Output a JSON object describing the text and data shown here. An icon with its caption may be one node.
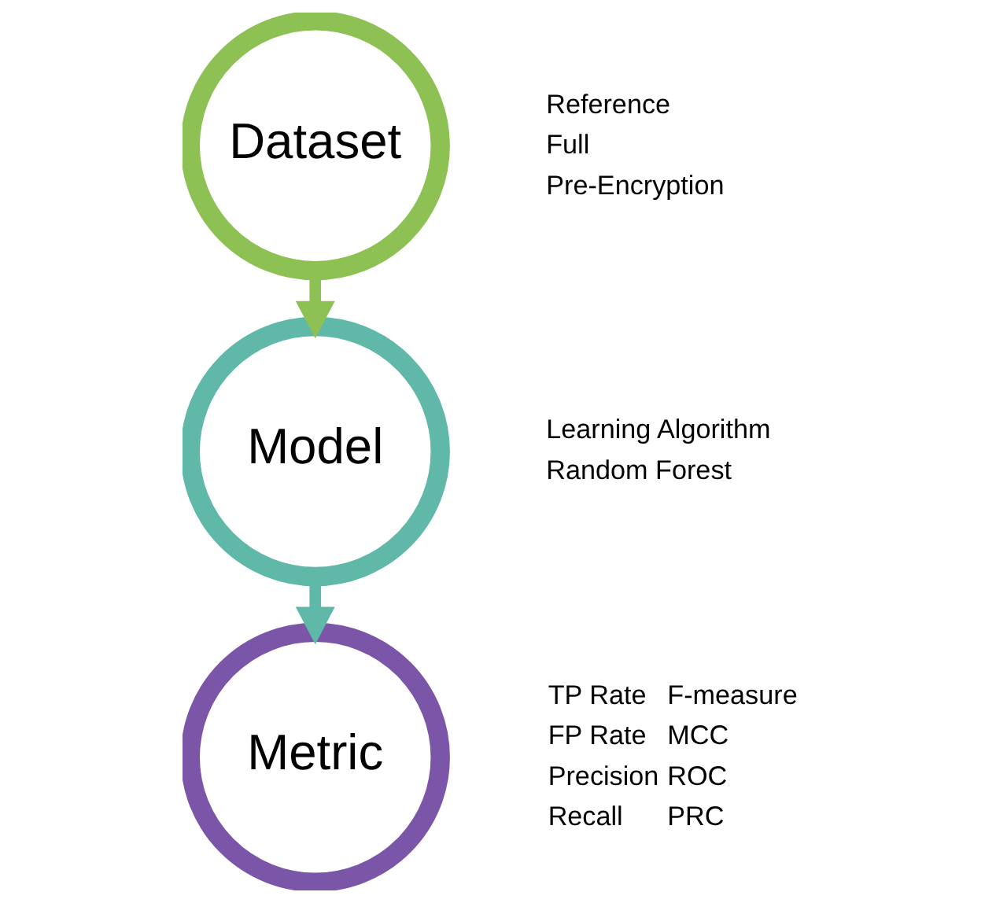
{
  "diagram": {
    "nodes": [
      {
        "text": [
          "Dataset"
        ],
        "beside": [
          "Reference",
          "Full",
          "Pre-Encryption"
        ]
      },
      {
        "text": [
          "Model"
        ],
        "beside": [
          "Learning Algorithm",
          "Random Forest"
        ]
      },
      {
        "text": [
          "Metric"
        ],
        "beside": [
          "TP Rate",
          "FP Rate",
          "Precision",
          "Recall",
          "F-measure",
          "MCC",
          "ROC",
          "PRC"
        ]
      }
    ],
    "edges": [
      {
        "from": 0,
        "to": 1,
        "arrow": "to",
        "color": "#8dc153"
      },
      {
        "from": 1,
        "to": 2,
        "arrow": "to",
        "color": "#5fb8a8"
      }
    ]
  }
}
